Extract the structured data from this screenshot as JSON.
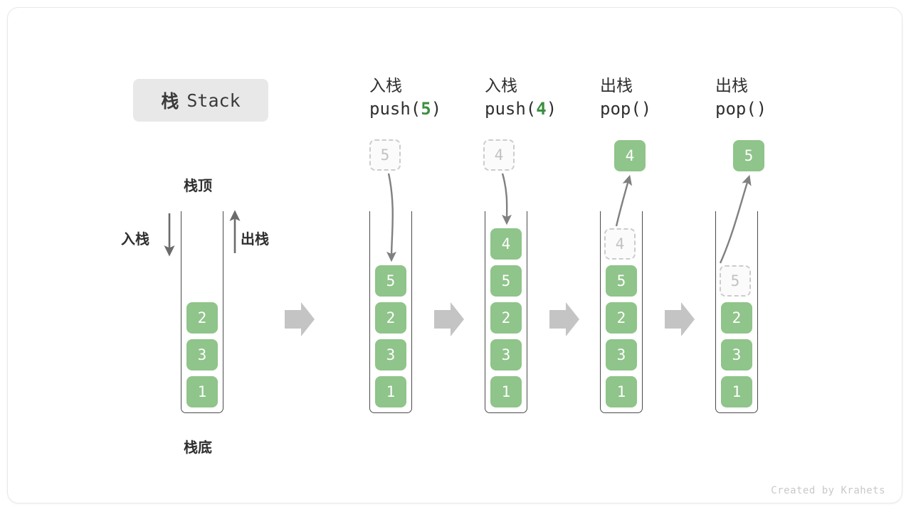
{
  "title": {
    "cn": "栈",
    "en": "Stack"
  },
  "labels": {
    "top": "栈顶",
    "bottom": "栈底",
    "push": "入栈",
    "pop": "出栈"
  },
  "colors": {
    "cell_fill": "#8fc48a",
    "cell_text": "#ffffff",
    "ghost_border": "#cccccc",
    "ghost_text": "#c2c2c2",
    "accent_green": "#3e8e41",
    "arrow_gray": "#808080",
    "block_arrow": "#c4c4c4",
    "tube_stroke": "#4a4a4a",
    "badge_bg": "#e8e8e8"
  },
  "columns": [
    {
      "id": "initial",
      "op_cn": "",
      "op_code": "",
      "op_arg": "",
      "ghost": null,
      "result": null,
      "cells": [
        "2",
        "3",
        "1"
      ]
    },
    {
      "id": "push-5",
      "op_cn": "入栈",
      "op_code_prefix": "push(",
      "op_arg": "5",
      "op_code_suffix": ")",
      "ghost": "5",
      "ghost_position": "above",
      "result": null,
      "cells": [
        "5",
        "2",
        "3",
        "1"
      ]
    },
    {
      "id": "push-4",
      "op_cn": "入栈",
      "op_code_prefix": "push(",
      "op_arg": "4",
      "op_code_suffix": ")",
      "ghost": "4",
      "ghost_position": "above",
      "result": null,
      "cells": [
        "4",
        "5",
        "2",
        "3",
        "1"
      ]
    },
    {
      "id": "pop-1",
      "op_cn": "出栈",
      "op_code_prefix": "pop(",
      "op_arg": "",
      "op_code_suffix": ")",
      "ghost": "4",
      "ghost_position": "in-stack",
      "result": "4",
      "cells": [
        "5",
        "2",
        "3",
        "1"
      ]
    },
    {
      "id": "pop-2",
      "op_cn": "出栈",
      "op_code_prefix": "pop(",
      "op_arg": "",
      "op_code_suffix": ")",
      "ghost": "5",
      "ghost_position": "in-stack",
      "result": "5",
      "cells": [
        "2",
        "3",
        "1"
      ]
    }
  ],
  "credit": "Created by Krahets"
}
